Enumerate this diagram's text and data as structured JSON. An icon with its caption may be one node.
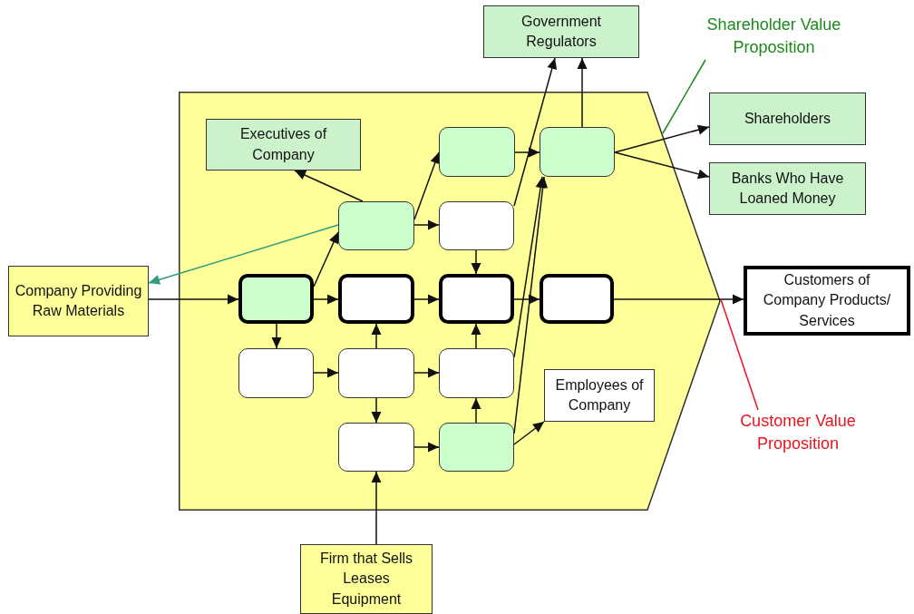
{
  "diagram": {
    "nodes": [
      {
        "text": [
          "Government Regulators"
        ]
      },
      {
        "text": [
          "Shareholder Value Proposition"
        ]
      },
      {
        "text": [],
        "shape": "pentagon"
      },
      {
        "text": [
          "Shareholders"
        ]
      },
      {
        "text": [
          "Executives of Company"
        ],
        "in": 2
      },
      {
        "text": [],
        "shape": "box",
        "in": 2
      },
      {
        "text": [],
        "shape": "box",
        "in": 2
      },
      {
        "text": [
          "Banks Who Have Loaned Money"
        ]
      },
      {
        "text": [],
        "shape": "box",
        "in": 2
      },
      {
        "text": [],
        "shape": "box",
        "in": 2
      },
      {
        "text": [
          "Company Providing Raw Materials"
        ]
      },
      {
        "text": [],
        "shape": "box",
        "in": 2
      },
      {
        "text": [],
        "shape": "box",
        "in": 2
      },
      {
        "text": [],
        "shape": "box",
        "in": 2
      },
      {
        "text": [],
        "shape": "box",
        "in": 2
      },
      {
        "text": [
          "Customers of Company Products/ Services"
        ]
      },
      {
        "text": [],
        "shape": "box",
        "in": 2
      },
      {
        "text": [],
        "shape": "box",
        "in": 2
      },
      {
        "text": [],
        "shape": "box",
        "in": 2
      },
      {
        "text": [
          "Employees of Company"
        ],
        "in": 2
      },
      {
        "text": [
          "Customer Value Proposition"
        ]
      },
      {
        "text": [],
        "shape": "box",
        "in": 2
      },
      {
        "text": [],
        "shape": "box",
        "in": 2
      },
      {
        "text": [
          "Firm that Sells Leases Equipment"
        ]
      }
    ],
    "edges": [
      {
        "from": 10,
        "to": 11,
        "arrow": "to"
      },
      {
        "from": 8,
        "to": 10,
        "arrow": "to",
        "color": "#2e9e78"
      },
      {
        "from": 11,
        "to": 8,
        "arrow": "to"
      },
      {
        "from": 11,
        "to": 12,
        "arrow": "to"
      },
      {
        "from": 11,
        "to": 16,
        "arrow": "to"
      },
      {
        "from": 8,
        "to": 4,
        "arrow": "to"
      },
      {
        "from": 8,
        "to": 5,
        "arrow": "to"
      },
      {
        "from": 8,
        "to": 9,
        "arrow": "to"
      },
      {
        "from": 5,
        "to": 6,
        "arrow": "to"
      },
      {
        "from": 9,
        "to": 0,
        "arrow": "to"
      },
      {
        "from": 6,
        "to": 0,
        "arrow": "to"
      },
      {
        "from": 9,
        "to": 13,
        "arrow": "to"
      },
      {
        "from": 12,
        "to": 13,
        "arrow": "to"
      },
      {
        "from": 13,
        "to": 14,
        "arrow": "to"
      },
      {
        "from": 14,
        "to": 15,
        "arrow": "to"
      },
      {
        "from": 6,
        "to": 3,
        "arrow": "to"
      },
      {
        "from": 6,
        "to": 7,
        "arrow": "to"
      },
      {
        "from": 16,
        "to": 17,
        "arrow": "to"
      },
      {
        "from": 17,
        "to": 12,
        "arrow": "to"
      },
      {
        "from": 17,
        "to": 18,
        "arrow": "to"
      },
      {
        "from": 17,
        "to": 21,
        "arrow": "to"
      },
      {
        "from": 18,
        "to": 13,
        "arrow": "to"
      },
      {
        "from": 21,
        "to": 22,
        "arrow": "to"
      },
      {
        "from": 22,
        "to": 18,
        "arrow": "to"
      },
      {
        "from": 22,
        "to": 19,
        "arrow": "to"
      },
      {
        "from": 23,
        "to": 21,
        "arrow": "to"
      },
      {
        "from": 18,
        "to": 6,
        "arrow": "to"
      },
      {
        "from": 22,
        "to": 6,
        "arrow": "to"
      },
      {
        "from": 1,
        "to": 2,
        "arrow": "none",
        "color": "#1a8a1a"
      },
      {
        "from": 20,
        "to": 2,
        "arrow": "none",
        "color": "#e8141e"
      }
    ]
  }
}
